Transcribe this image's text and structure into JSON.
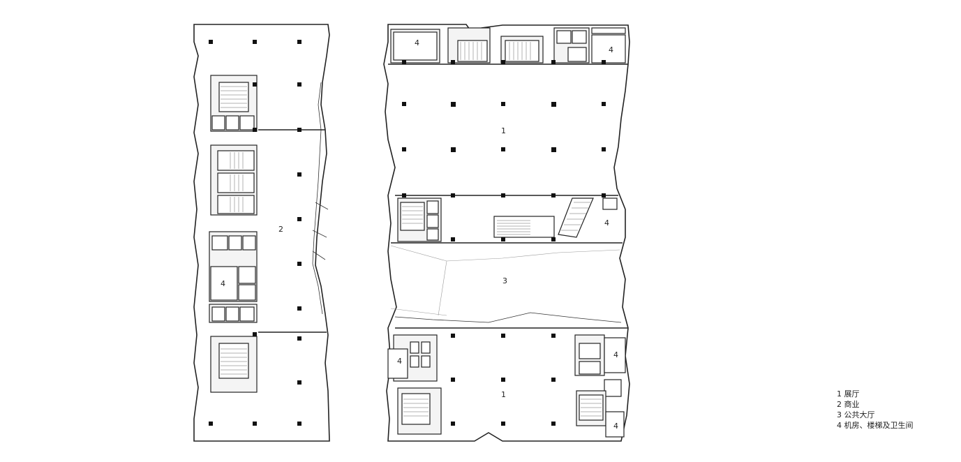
{
  "rooms": {
    "r1": "1",
    "r2": "2",
    "r3": "3",
    "r4": "4"
  },
  "legend": [
    {
      "number": "1",
      "text": "展厅"
    },
    {
      "number": "2",
      "text": "商业"
    },
    {
      "number": "3",
      "text": "公共大厅"
    },
    {
      "number": "4",
      "text": "机房、楼梯及卫生间"
    }
  ],
  "colors": {
    "wall": "#222222",
    "column": "#111111",
    "background": "#ffffff"
  }
}
